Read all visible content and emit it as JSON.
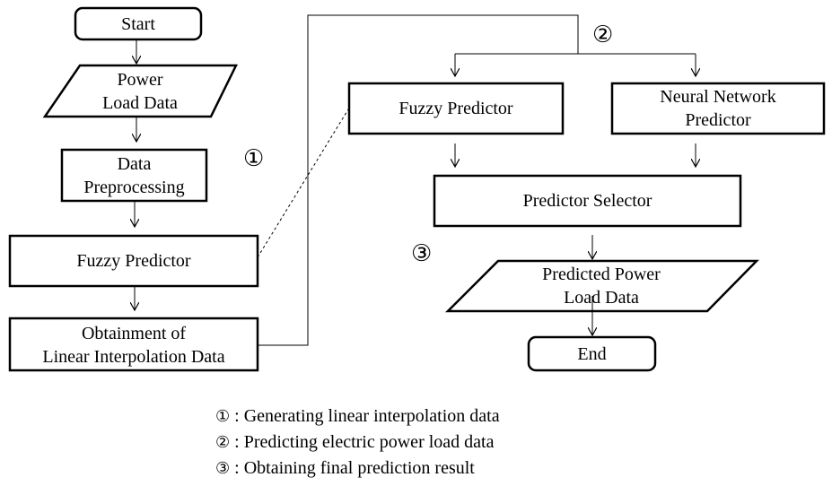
{
  "nodes": {
    "start": "Start",
    "power_load_data": [
      "Power",
      "Load Data"
    ],
    "data_preprocessing": [
      "Data",
      "Preprocessing"
    ],
    "fuzzy_predictor_left": "Fuzzy Predictor",
    "obtainment": [
      "Obtainment of",
      "Linear Interpolation Data"
    ],
    "fuzzy_predictor_right": "Fuzzy Predictor",
    "neural_network_predictor": [
      "Neural Network",
      "Predictor"
    ],
    "predictor_selector": "Predictor Selector",
    "predicted_power_load_data": [
      "Predicted Power",
      "Load Data"
    ],
    "end": "End"
  },
  "markers": {
    "one": "①",
    "two": "②",
    "three": "③"
  },
  "legend": [
    {
      "symbol": "①",
      "text": " : Generating linear interpolation data"
    },
    {
      "symbol": "②",
      "text": " : Predicting electric power load data"
    },
    {
      "symbol": "③",
      "text": " : Obtaining final prediction result"
    }
  ]
}
